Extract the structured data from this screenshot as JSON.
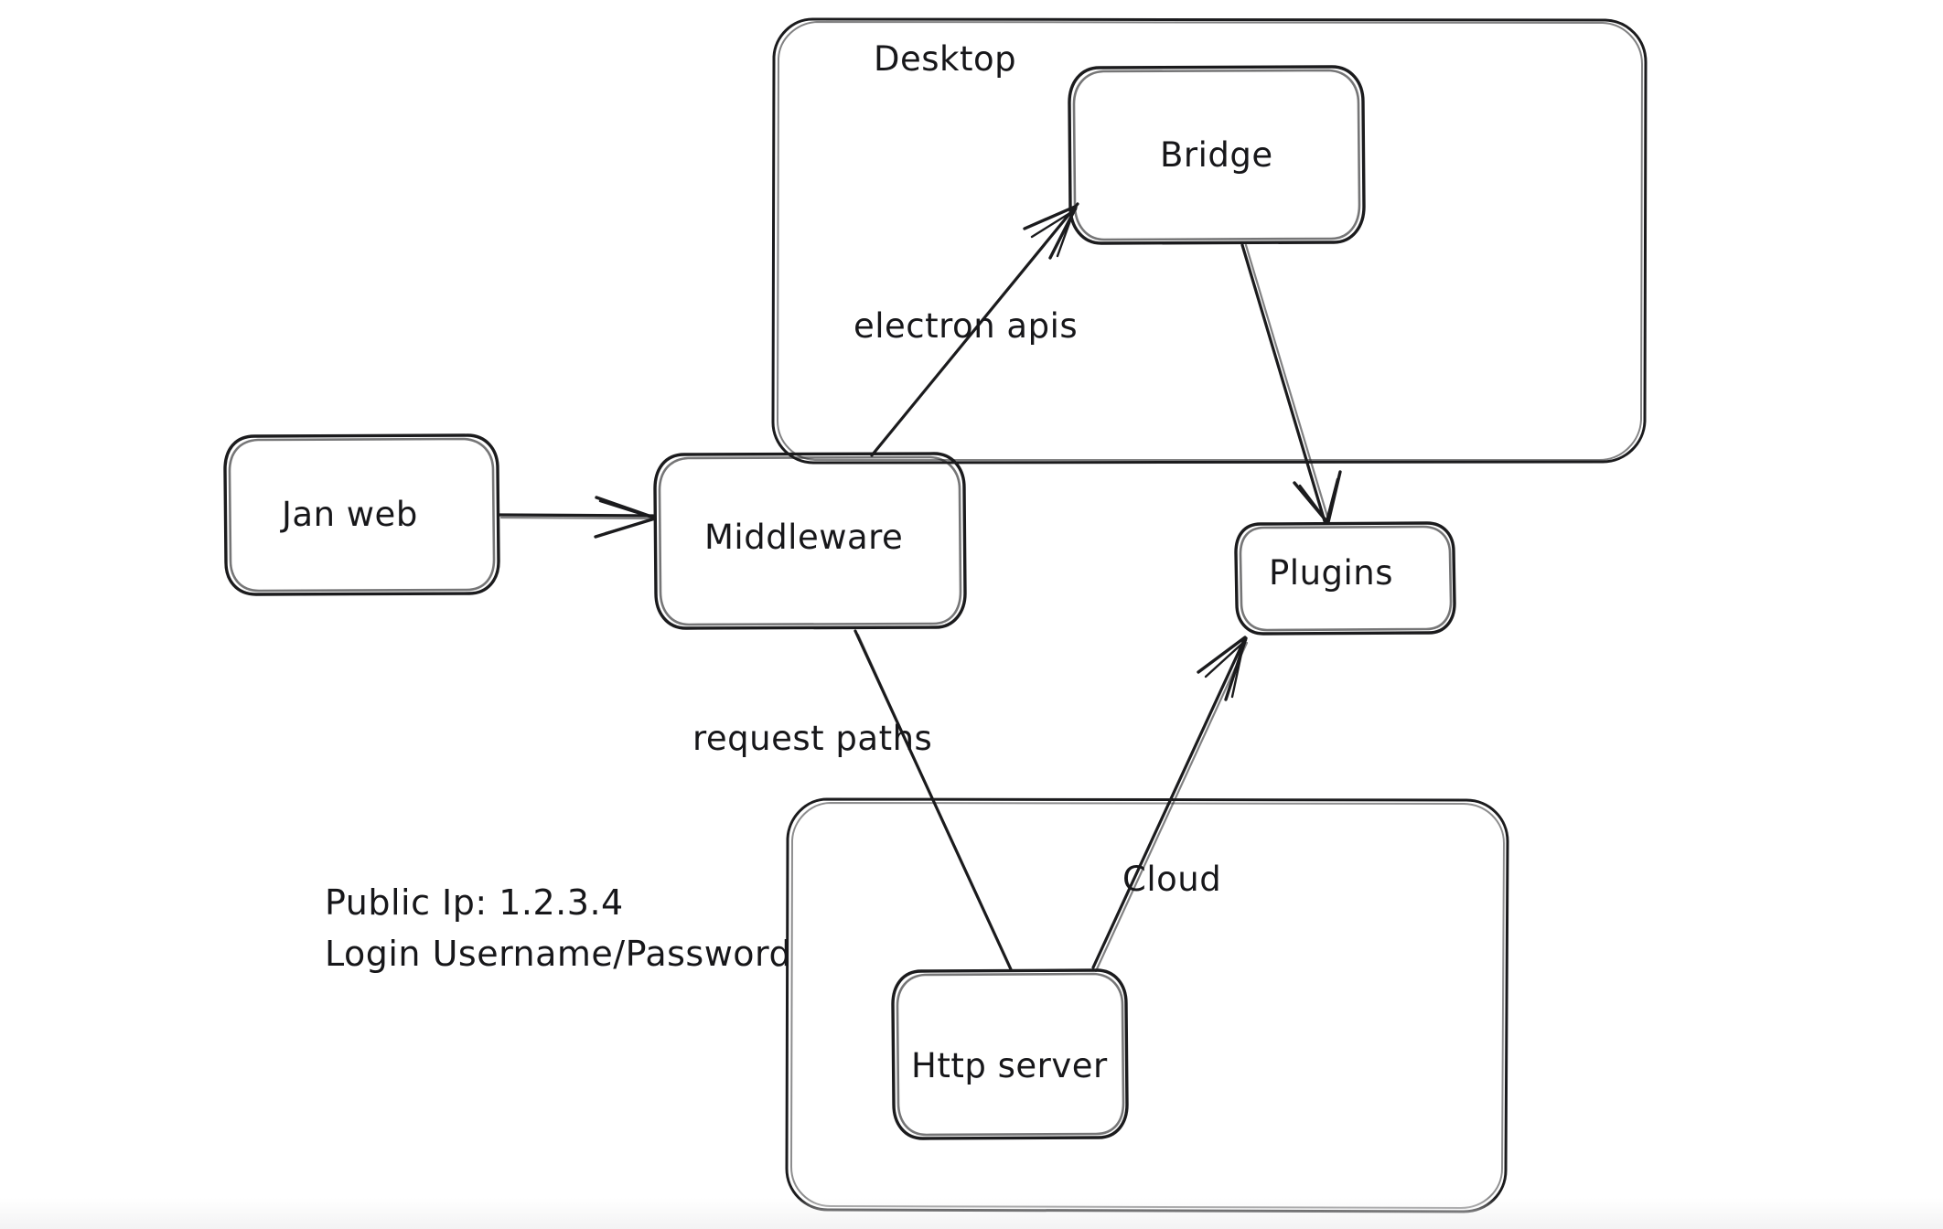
{
  "diagram": {
    "title": "Jan architecture sketch",
    "style": "hand-drawn whiteboard",
    "background_color": "#ffffff",
    "stroke_color": "#1b1b1d",
    "groups": [
      {
        "id": "desktop",
        "label": "Desktop"
      },
      {
        "id": "cloud_container",
        "label": ""
      }
    ],
    "nodes": [
      {
        "id": "jan_web",
        "label": "Jan web"
      },
      {
        "id": "middleware",
        "label": "Middleware"
      },
      {
        "id": "bridge",
        "label": "Bridge"
      },
      {
        "id": "plugins",
        "label": "Plugins"
      },
      {
        "id": "http_server",
        "label": "Http server"
      }
    ],
    "edges": [
      {
        "id": "e1",
        "from": "jan_web",
        "to": "middleware",
        "label": ""
      },
      {
        "id": "e2",
        "from": "middleware",
        "to": "bridge",
        "label": "electron apis"
      },
      {
        "id": "e3",
        "from": "bridge",
        "to": "plugins",
        "label": ""
      },
      {
        "id": "e4",
        "from": "http_server",
        "to": "middleware",
        "label": "request paths"
      },
      {
        "id": "e5",
        "from": "http_server",
        "to": "plugins",
        "label": "Cloud"
      }
    ],
    "labels": {
      "desktop": "Desktop",
      "electron_apis": "electron apis",
      "request_paths": "request paths",
      "cloud": "Cloud"
    },
    "notes": {
      "public_ip_line": "Public Ip: 1.2.3.4",
      "login_line": "Login Username/Password"
    }
  }
}
